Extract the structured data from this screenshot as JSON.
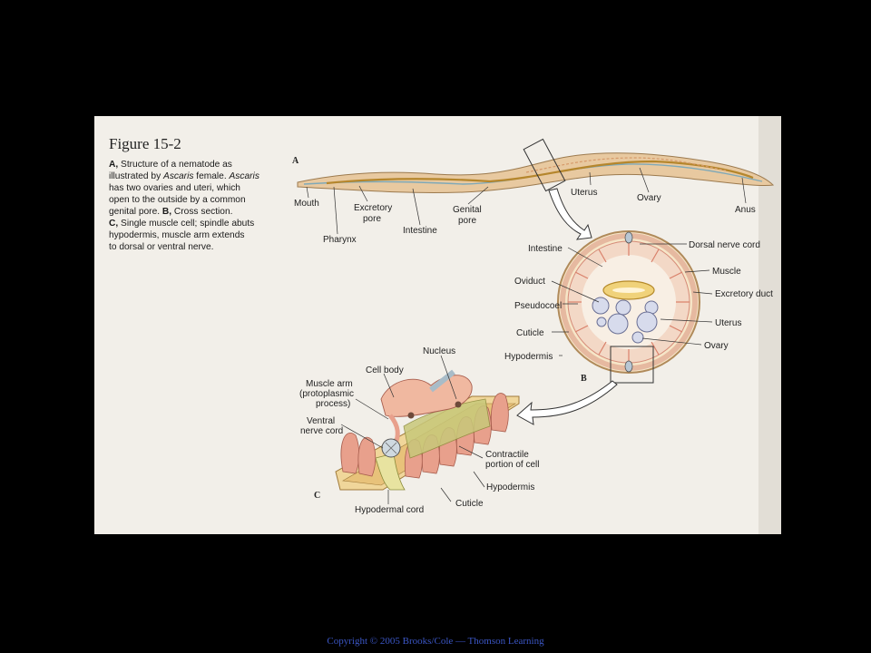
{
  "figure": {
    "title": "Figure 15-2",
    "caption_lines": [
      {
        "b": "A,",
        "t1": " Structure of a nematode as"
      },
      {
        "t1": "illustrated by ",
        "i": "Ascaris",
        "t2": " female. ",
        "i2": "Ascaris"
      },
      {
        "t1": "has two ovaries and uteri, which"
      },
      {
        "t1": "open to the outside by a common"
      },
      {
        "t1": "genital pore. ",
        "b": "B,",
        "t2": " Cross section."
      },
      {
        "b": "C,",
        "t1": " Single muscle cell; spindle abuts"
      },
      {
        "t1": "hypodermis, muscle arm extends"
      },
      {
        "t1": "to dorsal or ventral nerve."
      }
    ]
  },
  "panels": {
    "a": "A",
    "b": "B",
    "c": "C"
  },
  "labels_a": {
    "mouth": "Mouth",
    "pharynx": "Pharynx",
    "excretory_pore_1": "Excretory",
    "excretory_pore_2": "pore",
    "intestine": "Intestine",
    "genital_pore_1": "Genital",
    "genital_pore_2": "pore",
    "uterus": "Uterus",
    "ovary": "Ovary",
    "anus": "Anus"
  },
  "labels_b": {
    "intestine": "Intestine",
    "oviduct": "Oviduct",
    "pseudocoel": "Pseudocoel",
    "cuticle": "Cuticle",
    "hypodermis": "Hypodermis",
    "dorsal_nerve_cord": "Dorsal nerve cord",
    "muscle": "Muscle",
    "excretory_duct": "Excretory duct",
    "uterus": "Uterus",
    "ovary": "Ovary"
  },
  "labels_c": {
    "nucleus": "Nucleus",
    "cell_body": "Cell body",
    "muscle_arm_1": "Muscle arm",
    "muscle_arm_2": "(protoplasmic",
    "muscle_arm_3": "process)",
    "ventral_nerve_1": "Ventral",
    "ventral_nerve_2": "nerve cord",
    "contractile_1": "Contractile",
    "contractile_2": "portion of cell",
    "hypodermis": "Hypodermis",
    "cuticle": "Cuticle",
    "hypodermal_cord": "Hypodermal cord"
  },
  "copyright": "Copyright © 2005 Brooks/Cole — Thomson Learning",
  "colors": {
    "background": "#000000",
    "page": "#f2efe9",
    "worm": "#e8c9a0",
    "muscle": "#e8a08c",
    "copyright": "#3b56c4"
  }
}
